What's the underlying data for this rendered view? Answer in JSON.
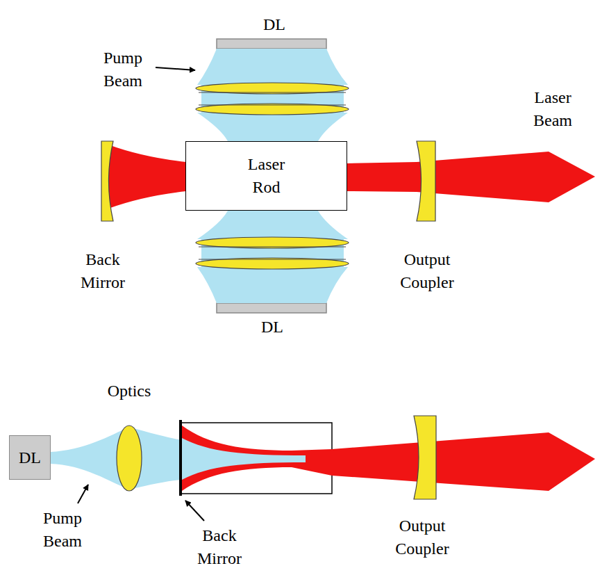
{
  "diagram": {
    "nodes": [
      {
        "text": [
          "Laser Rod"
        ]
      },
      {
        "text": [
          "DL"
        ]
      }
    ],
    "labels": [
      "DL",
      "Pump Beam",
      "Laser Beam",
      "Back Mirror",
      "Output Coupler",
      "DL",
      "Optics",
      "Pump Beam",
      "Back Mirror",
      "Output Coupler"
    ]
  }
}
